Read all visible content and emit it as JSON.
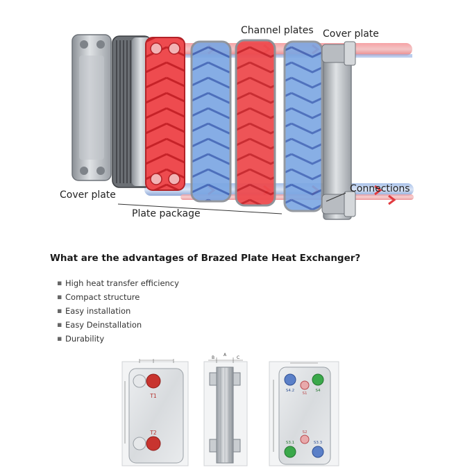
{
  "callouts": {
    "channel_plates": "Channel plates",
    "cover_plate_right": "Cover plate",
    "cover_plate_left": "Cover plate",
    "plate_package": "Plate package",
    "connections": "Connections"
  },
  "advantages": {
    "heading": "What are the advantages of Brazed Plate Heat Exchanger?",
    "items": [
      "High heat transfer efficiency",
      "Compact structure",
      "Easy installation",
      "Easy Deinstallation",
      "Durability"
    ]
  },
  "drawings": {
    "front_port_top": "T1",
    "front_port_bottom": "T2",
    "side_dim_a": "A",
    "side_dim_b": "B",
    "side_dim_c": "C",
    "rear_ports": [
      "S4.2",
      "S1",
      "S4",
      "S3.1",
      "S2",
      "S3.3"
    ]
  },
  "colors": {
    "hot": "#e8383d",
    "cold": "#5a82c8",
    "steel": "#c9cdd2",
    "port_green": "#3aa84a"
  }
}
